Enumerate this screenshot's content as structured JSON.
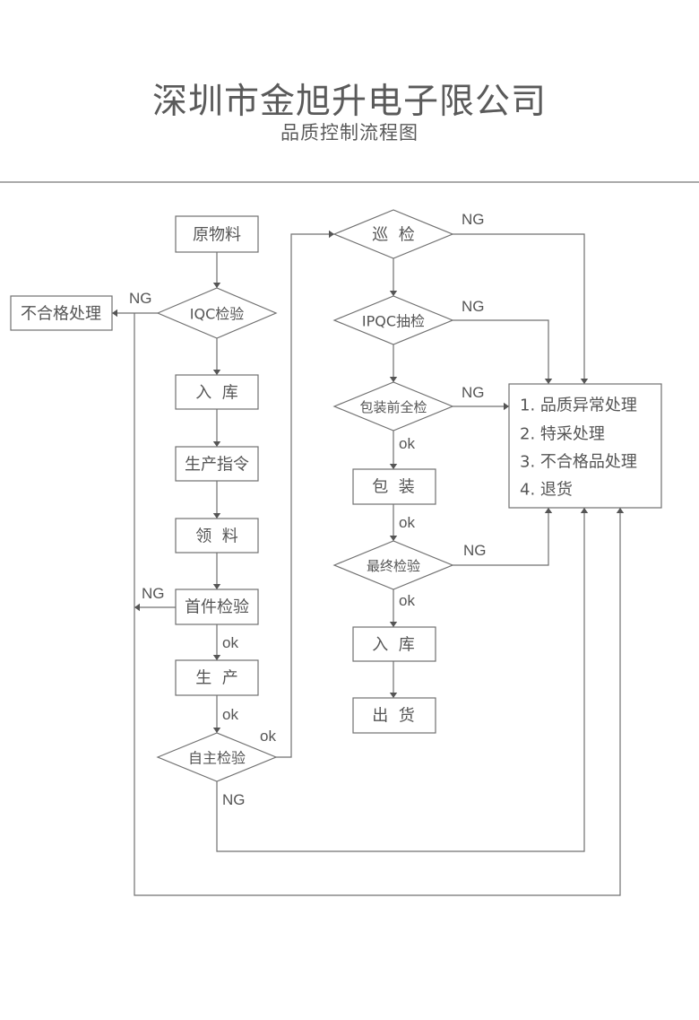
{
  "header": {
    "company": "深圳市金旭升电子限公司",
    "subtitle": "品质控制流程图"
  },
  "nodes": {
    "raw_material": "原物料",
    "iqc": "IQC检验",
    "reject": "不合格处理",
    "warehouse_in_1": "入  库",
    "production_order": "生产指令",
    "material_pick": "领  料",
    "first_article": "首件检验",
    "production": "生  产",
    "self_inspect": "自主检验",
    "patrol": "巡  检",
    "ipqc": "IPQC抽检",
    "pre_pack": "包装前全检",
    "packing": "包  装",
    "final_inspect": "最终检验",
    "warehouse_in_2": "入  库",
    "shipping": "出  货"
  },
  "result_box": {
    "items": [
      "1. 品质异常处理",
      "2. 特采处理",
      "3. 不合格品处理",
      "4. 退货"
    ]
  },
  "labels": {
    "ng": "NG",
    "ok": "ok"
  }
}
